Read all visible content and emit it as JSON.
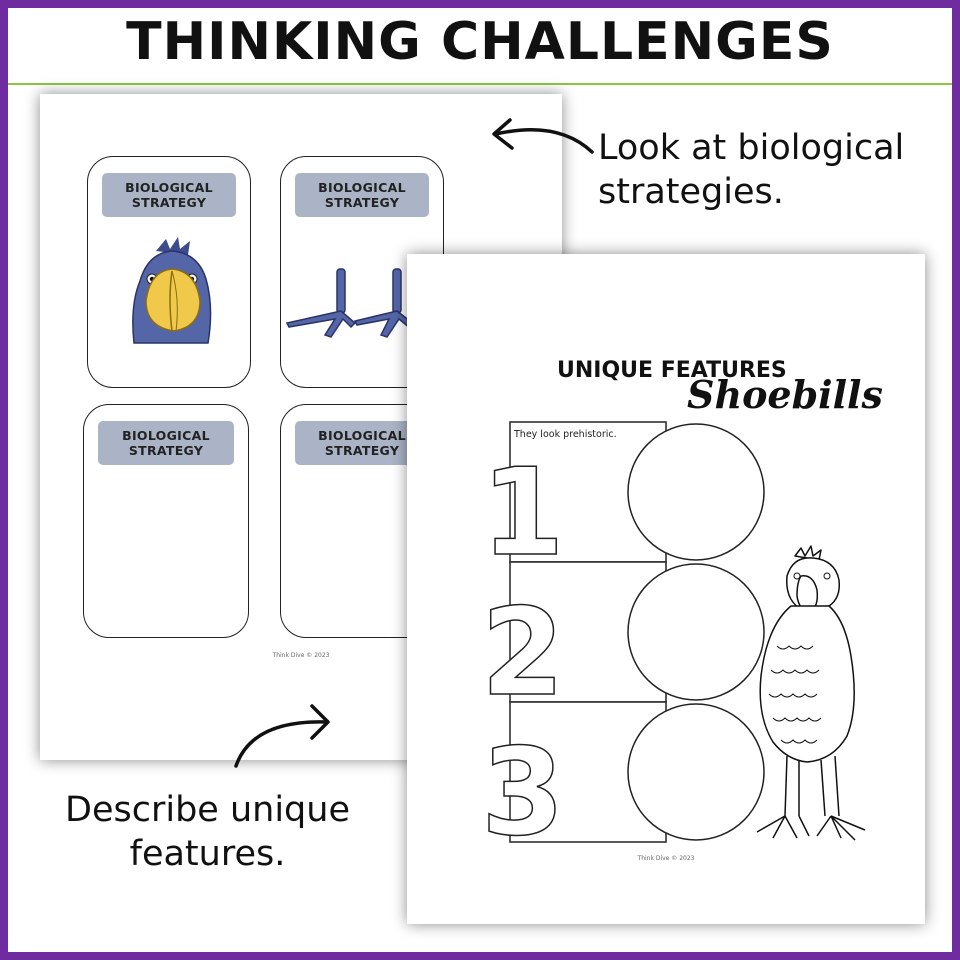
{
  "header": {
    "title": "THINKING CHALLENGES"
  },
  "captions": {
    "top_line1": "Look at biological",
    "top_line2": "strategies.",
    "bottom_line1": "Describe unique",
    "bottom_line2": "features."
  },
  "back_sheet": {
    "cards": [
      {
        "label": "BIOLOGICAL STRATEGY",
        "image": "shoebill-head"
      },
      {
        "label": "BIOLOGICAL STRATEGY",
        "image": "shoebill-feet"
      },
      {
        "label": "BIOLOGICAL STRATEGY",
        "image": ""
      },
      {
        "label": "BIOLOGICAL STRATEGY",
        "image": ""
      }
    ],
    "credit": "Think Dive © 2023"
  },
  "front_sheet": {
    "title": "UNIQUE FEATURES",
    "subtitle": "Shoebills",
    "rows": [
      {
        "number": "1",
        "text": "They look prehistoric."
      },
      {
        "number": "2",
        "text": ""
      },
      {
        "number": "3",
        "text": ""
      }
    ],
    "illustration": "shoebill-full-body-line-art",
    "credit": "Think Dive © 2023"
  },
  "colors": {
    "frame": "#6f2c9e",
    "header_rule": "#8dc63f",
    "label_fill": "#aab4c6",
    "bird_blue": "#5566a8",
    "bird_beak": "#f0c84a"
  }
}
